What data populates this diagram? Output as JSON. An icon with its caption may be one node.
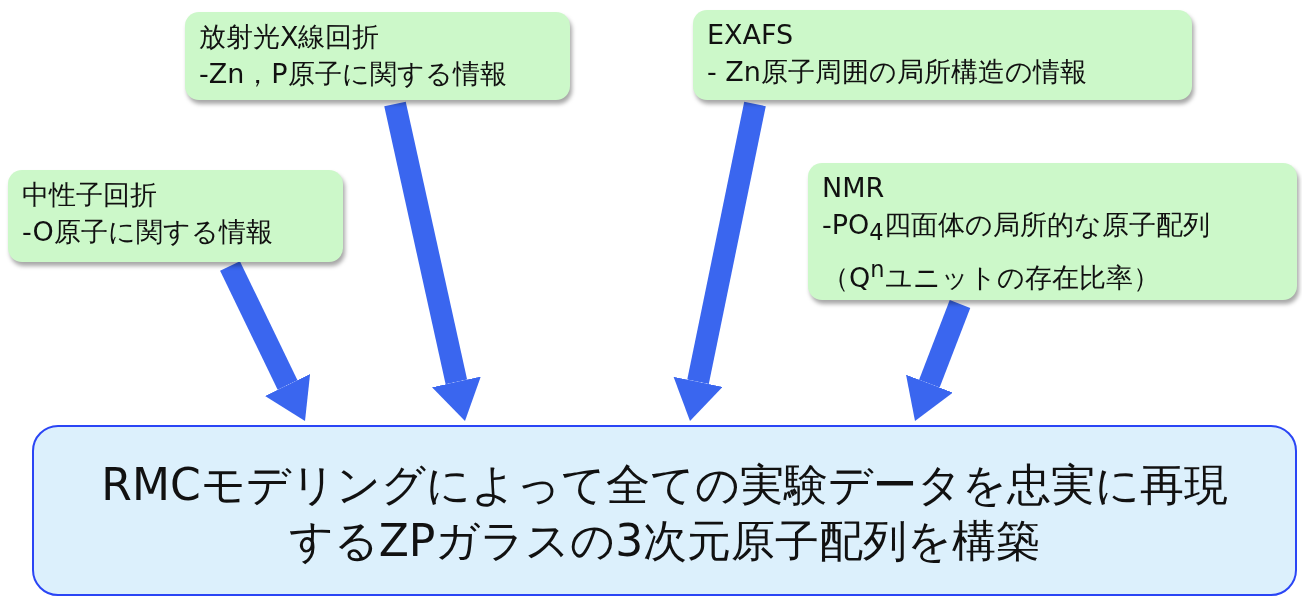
{
  "diagram": {
    "nodes": [
      {
        "text": [
          "放射光X線回折",
          "-Zn，P原子に関する情報"
        ]
      },
      {
        "text": [
          "EXAFS",
          "- Zn原子周囲の局所構造の情報"
        ]
      },
      {
        "text": [
          "中性子回折",
          "-O原子に関する情報"
        ]
      },
      {
        "text": [
          "NMR",
          "-PO$_{4}$四面体の局所的な原子配列",
          "（Q$^{n}$ユニットの存在比率）"
        ]
      },
      {
        "text": [
          "RMCモデリングによって全ての実験データを忠実に再現するZPガラスの3次元原子配列を構築"
        ]
      }
    ],
    "edges": [
      {
        "from": 0,
        "to": 4,
        "arrow": "to"
      },
      {
        "from": 1,
        "to": 4,
        "arrow": "to"
      },
      {
        "from": 2,
        "to": 4,
        "arrow": "to"
      },
      {
        "from": 3,
        "to": 4,
        "arrow": "to"
      }
    ]
  }
}
